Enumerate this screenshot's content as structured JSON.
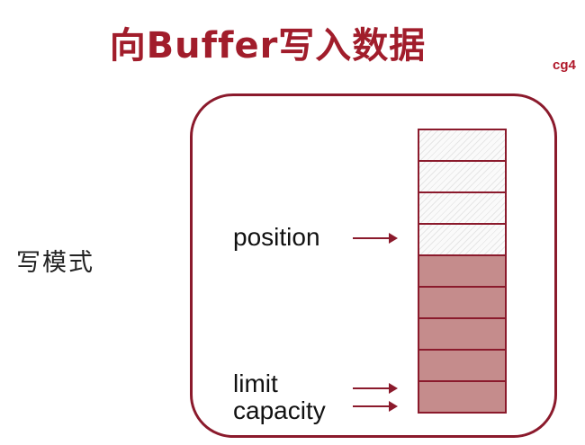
{
  "title": "向Buffer写入数据",
  "corner_tag": "cg4",
  "side_label": "写模式",
  "buffer": {
    "cells": [
      {
        "state": "empty"
      },
      {
        "state": "empty"
      },
      {
        "state": "empty"
      },
      {
        "state": "empty"
      },
      {
        "state": "filled"
      },
      {
        "state": "filled"
      },
      {
        "state": "filled"
      },
      {
        "state": "filled"
      },
      {
        "state": "filled"
      }
    ]
  },
  "pointers": {
    "position": "position",
    "limit": "limit",
    "capacity": "capacity"
  },
  "colors": {
    "accent": "#a11d2b",
    "frame": "#8b1a2c",
    "filled_cell": "#c58c8c"
  }
}
